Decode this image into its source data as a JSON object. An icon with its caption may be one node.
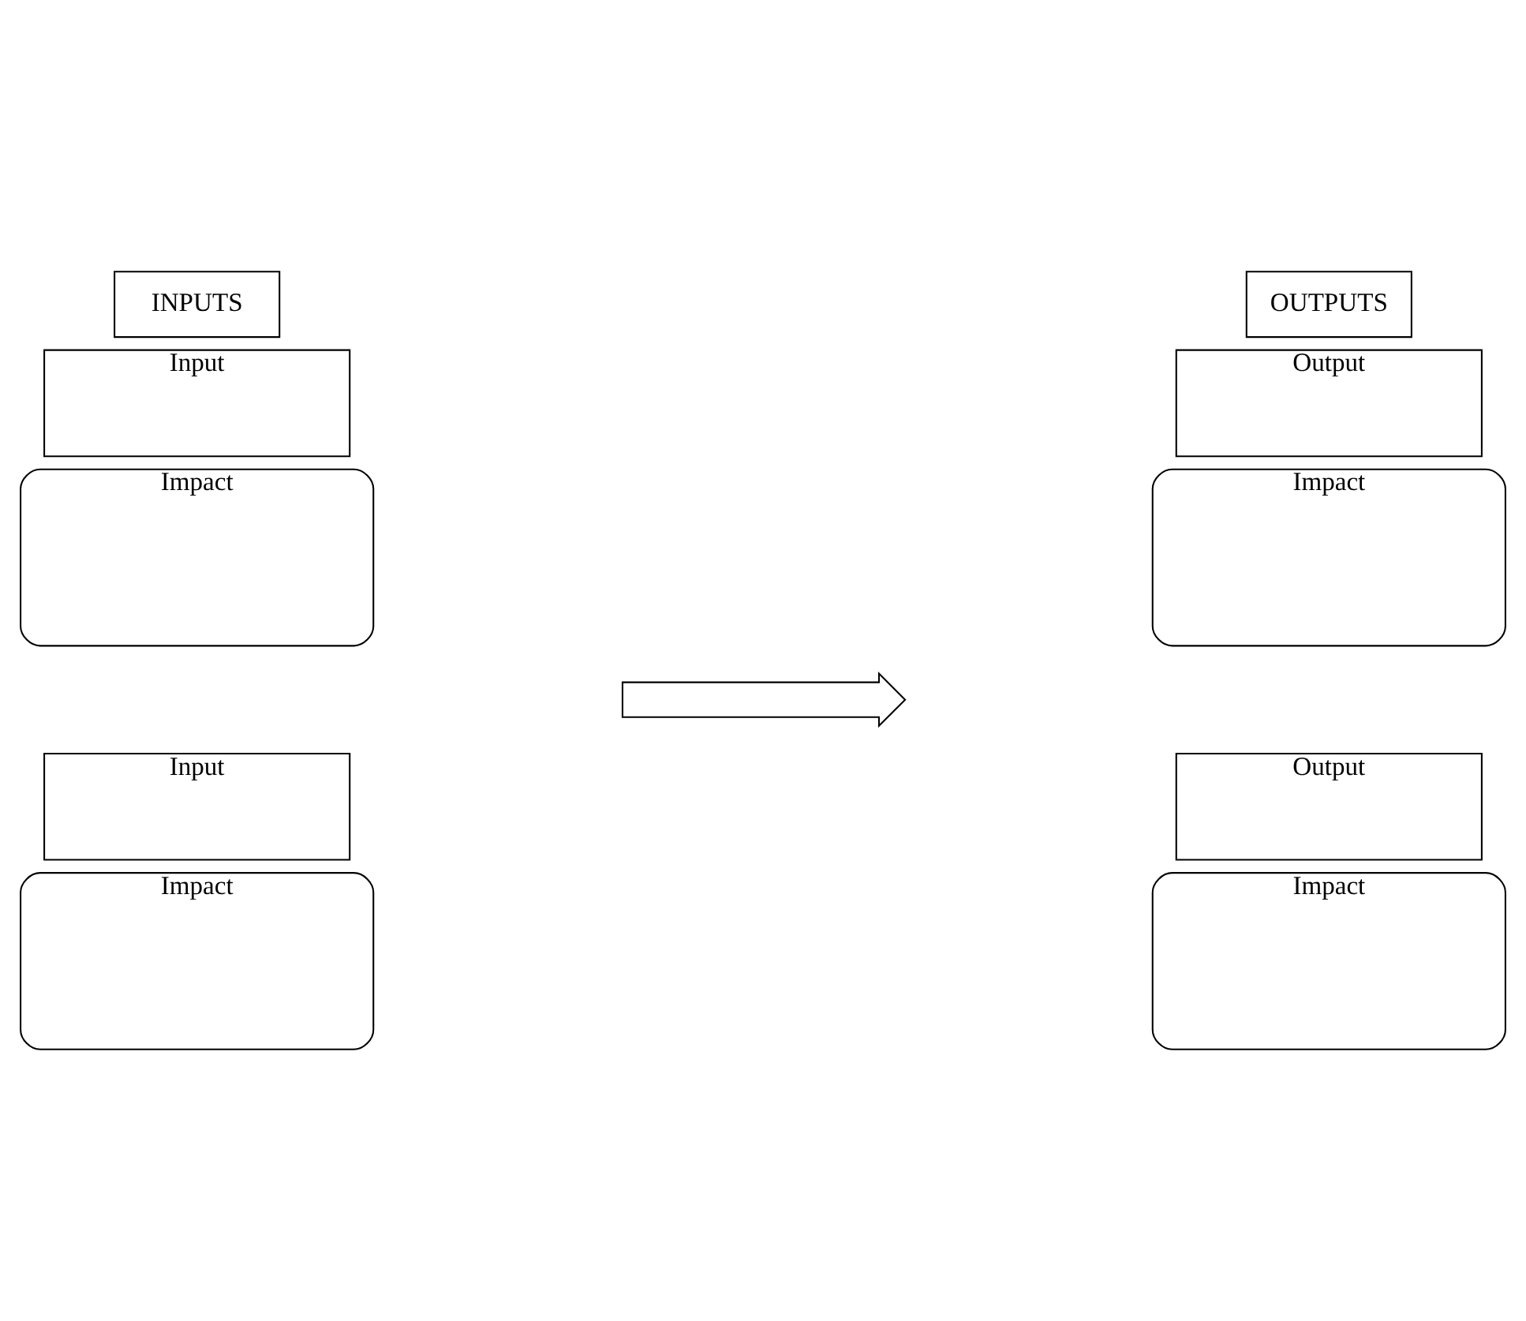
{
  "diagram": {
    "nodes": [
      {
        "text": [
          "INPUTS"
        ]
      },
      {
        "text": [
          "Input"
        ]
      },
      {
        "text": [
          "Impact"
        ]
      },
      {
        "text": [
          "Input"
        ]
      },
      {
        "text": [
          "Impact"
        ]
      },
      {
        "text": [
          "OUTPUTS"
        ]
      },
      {
        "text": [
          "Output"
        ]
      },
      {
        "text": [
          "Impact"
        ]
      },
      {
        "text": [
          "Output"
        ]
      },
      {
        "text": [
          "Impact"
        ]
      },
      {
        "text": [],
        "shape": "arrow"
      }
    ],
    "edges": []
  }
}
